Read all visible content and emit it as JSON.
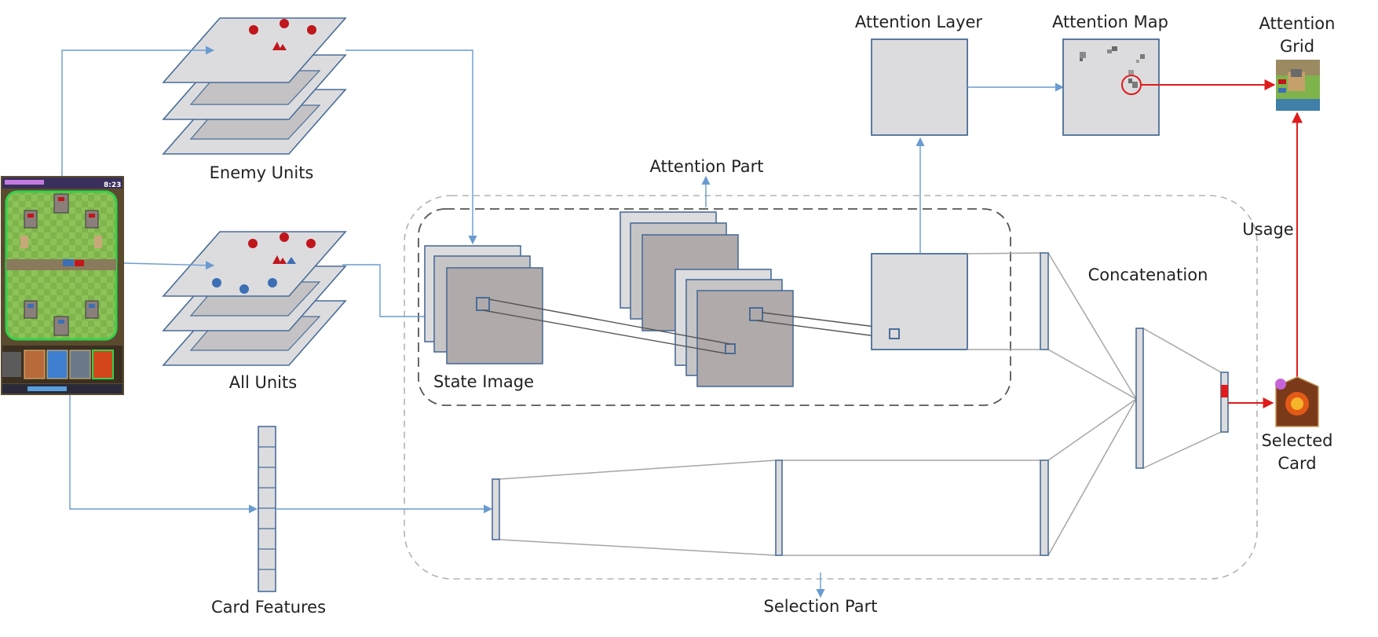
{
  "labels": {
    "enemy_units": "Enemy Units",
    "all_units": "All Units",
    "card_features": "Card Features",
    "state_image": "State Image",
    "attention_part": "Attention Part",
    "attention_layer": "Attention Layer",
    "attention_map": "Attention Map",
    "attention_grid_1": "Attention",
    "attention_grid_2": "Grid",
    "usage": "Usage",
    "concatenation": "Concatenation",
    "selected_card_1": "Selected",
    "selected_card_2": "Card",
    "selection_part": "Selection Part"
  },
  "game_screenshot": {
    "timer": "8:23"
  },
  "colors": {
    "box_fill": "#dcdcdf",
    "box_stroke": "#4a6d97",
    "flow_arrow": "#6a9bd0",
    "usage_arrow": "#e01b1b",
    "enemy_unit": "#c0161c",
    "ally_unit": "#3c6fb4",
    "part_border_outer": "#b3b3b3",
    "part_border_inner": "#555555"
  }
}
